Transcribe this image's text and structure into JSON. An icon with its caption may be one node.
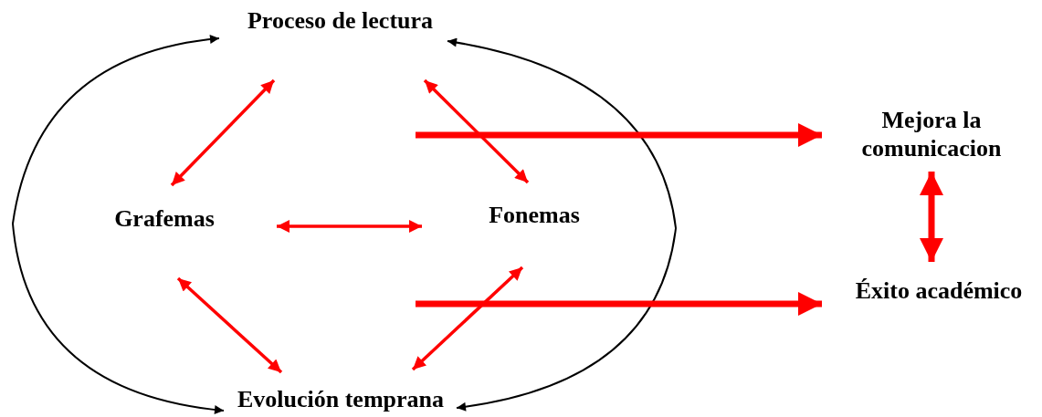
{
  "diagram": {
    "nodes": [
      {
        "text": [
          "Proceso de lectura"
        ]
      },
      {
        "text": [
          "Grafemas"
        ]
      },
      {
        "text": [
          "Fonemas"
        ]
      },
      {
        "text": [
          "Evolución temprana"
        ]
      },
      {
        "text": [
          "Mejora la comunicacion"
        ]
      },
      {
        "text": [
          "Éxito académico"
        ]
      }
    ],
    "edges": [
      {
        "from": 0,
        "to": 3,
        "arrow": "both",
        "color": "#000000"
      },
      {
        "from": 0,
        "to": 3,
        "arrow": "both",
        "color": "#000000"
      },
      {
        "from": 0,
        "to": 1,
        "arrow": "both"
      },
      {
        "from": 0,
        "to": 2,
        "arrow": "both"
      },
      {
        "from": 1,
        "to": 2,
        "arrow": "both"
      },
      {
        "from": 1,
        "to": 3,
        "arrow": "both"
      },
      {
        "from": 2,
        "to": 3,
        "arrow": "both"
      },
      {
        "from": null,
        "to": 4,
        "arrow": "to",
        "style": "thick"
      },
      {
        "from": null,
        "to": 5,
        "arrow": "to",
        "style": "thick"
      },
      {
        "from": 4,
        "to": 5,
        "arrow": "both",
        "style": "thick"
      }
    ]
  }
}
